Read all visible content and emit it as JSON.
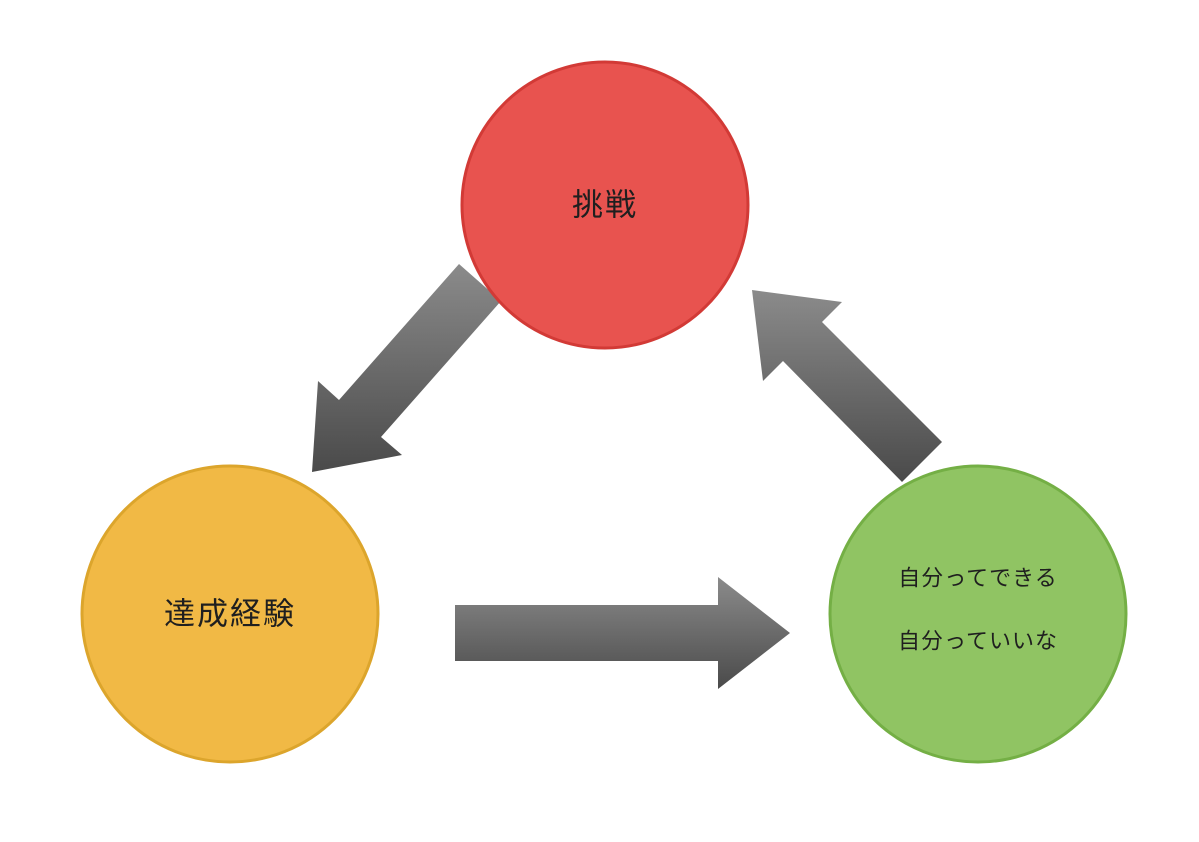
{
  "page": {
    "background": "#ffffff"
  },
  "diagram": {
    "type": "cycle",
    "text_color": "#1f1f1f",
    "nodes": {
      "challenge": {
        "label": "挑戦",
        "fill": "#E8534F",
        "stroke": "#D23A36"
      },
      "achievement": {
        "label": "達成経験",
        "fill": "#F1B945",
        "stroke": "#DCA52C"
      },
      "self_affirmation": {
        "label_line1": "自分ってできる",
        "label_line2": "自分っていいな",
        "fill": "#90C463",
        "stroke": "#74AF45"
      }
    },
    "arrows": [
      {
        "name": "challenge-to-achievement",
        "from": "challenge",
        "to": "achievement"
      },
      {
        "name": "achievement-to-self-affirmation",
        "from": "achievement",
        "to": "self_affirmation"
      },
      {
        "name": "self-affirmation-to-challenge",
        "from": "self_affirmation",
        "to": "challenge"
      }
    ],
    "arrow_gradient": {
      "start": "#8B8B8B",
      "end": "#4A4A4A"
    }
  }
}
